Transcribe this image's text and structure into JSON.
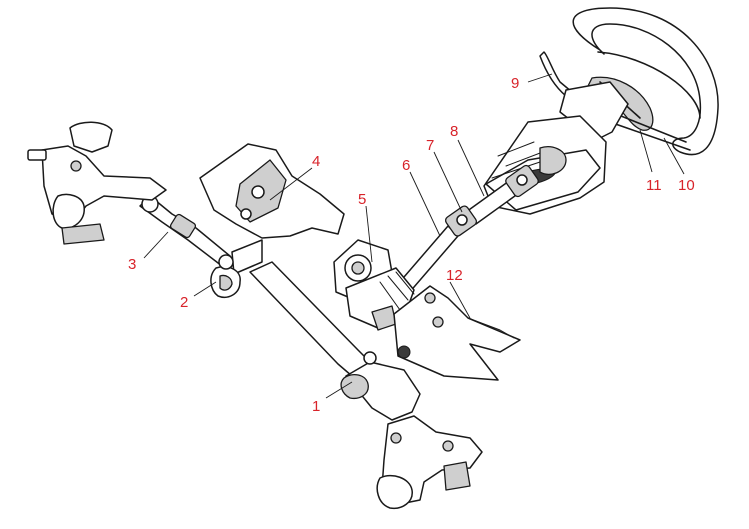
{
  "callouts": [
    {
      "id": "c1",
      "label": "1"
    },
    {
      "id": "c2",
      "label": "2"
    },
    {
      "id": "c3",
      "label": "3"
    },
    {
      "id": "c4",
      "label": "4"
    },
    {
      "id": "c5",
      "label": "5"
    },
    {
      "id": "c6",
      "label": "6"
    },
    {
      "id": "c7",
      "label": "7"
    },
    {
      "id": "c8",
      "label": "8"
    },
    {
      "id": "c9",
      "label": "9"
    },
    {
      "id": "c10",
      "label": "10"
    },
    {
      "id": "c11",
      "label": "11"
    },
    {
      "id": "c12",
      "label": "12"
    }
  ],
  "colors": {
    "callout": "#d8232a",
    "ink": "#1a1a1a"
  }
}
